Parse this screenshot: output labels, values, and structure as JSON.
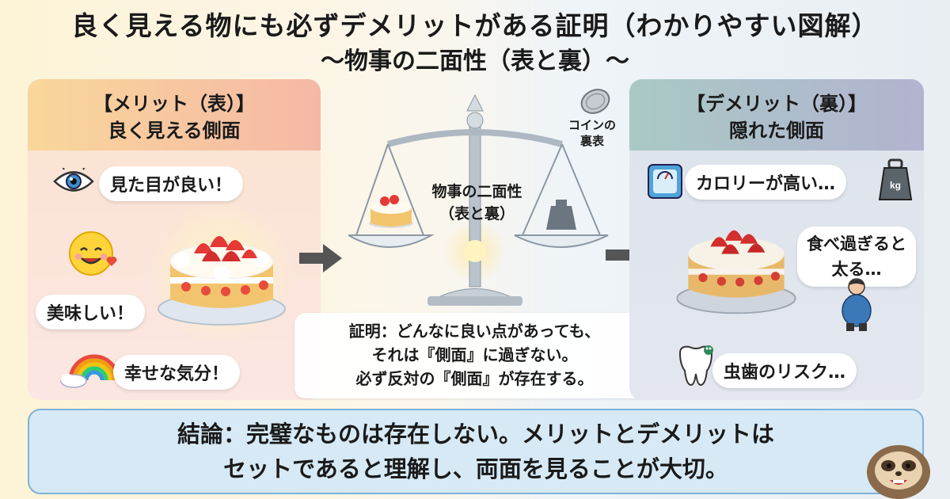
{
  "title": {
    "line1": "良く見える物にも必ずデメリットがある証明（わかりやすい図解）",
    "line2": "〜物事の二面性（表と裏）〜"
  },
  "merit": {
    "heading1": "【メリット（表）】",
    "heading2": "良く見える側面",
    "items": [
      "見た目が良い！",
      "美味しい！",
      "幸せな気分！"
    ],
    "icons": [
      "eye-icon",
      "smile-icon",
      "rainbow-icon",
      "cake-icon"
    ]
  },
  "demerit": {
    "heading1": "【デメリット（裏）】",
    "heading2": "隠れた側面",
    "items": [
      "カロリーが高い…",
      "食べ過ぎると",
      "太る…",
      "虫歯のリスク…"
    ],
    "weight_label": "kg",
    "icons": [
      "scale-icon",
      "weight-icon",
      "person-icon",
      "tooth-icon",
      "cake-icon"
    ]
  },
  "center": {
    "balance_label1": "物事の二面性",
    "balance_label2": "（表と裏）",
    "coin_label1": "コインの",
    "coin_label2": "裏表",
    "proof1": "証明：どんなに良い点があっても、",
    "proof2": "それは『側面』に過ぎない。",
    "proof3": "必ず反対の『側面』が存在する。"
  },
  "conclusion": {
    "line1": "結論：完璧なものは存在しない。メリットとデメリットは",
    "line2": "セットであると理解し、両面を見ることが大切。"
  },
  "colors": {
    "merit_header": "#f9d79a",
    "demerit_header": "#a9c9c4",
    "conclusion_bg": "#d6e9f5",
    "conclusion_border": "#7fb2d9"
  }
}
